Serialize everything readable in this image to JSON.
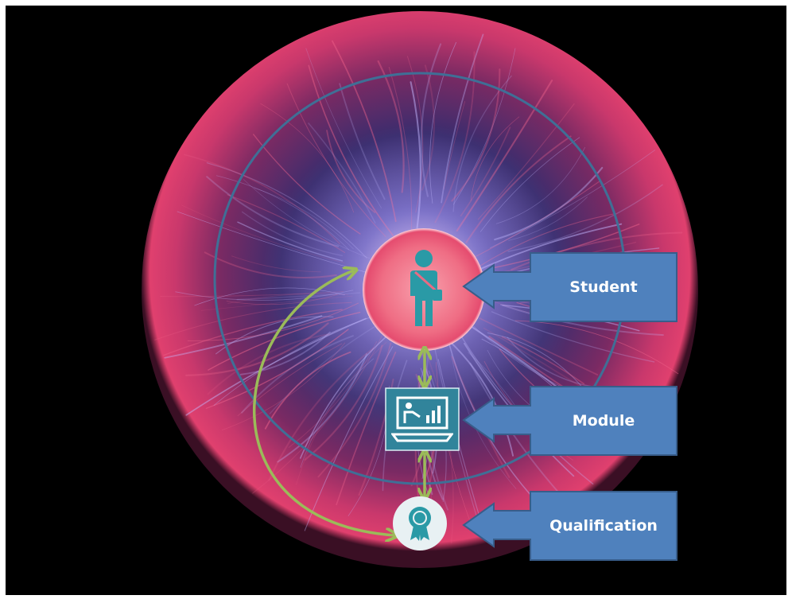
{
  "nodes": {
    "student": {
      "label": "Student",
      "icon": "student-icon"
    },
    "module": {
      "label": "Module",
      "icon": "laptop-lecture-icon"
    },
    "qualification": {
      "label": "Qualification",
      "icon": "award-ribbon-icon"
    }
  },
  "colors": {
    "background": "#000000",
    "callout_fill": "#4f81bd",
    "callout_border": "#385d8a",
    "orbit_ring": "#3f6f96",
    "arrow": "#9bbb59",
    "icon_teal": "#2a9aa6",
    "module_box": "#31849b",
    "plasma_pink": "#e0406e",
    "plasma_core": "#f27a8c"
  }
}
